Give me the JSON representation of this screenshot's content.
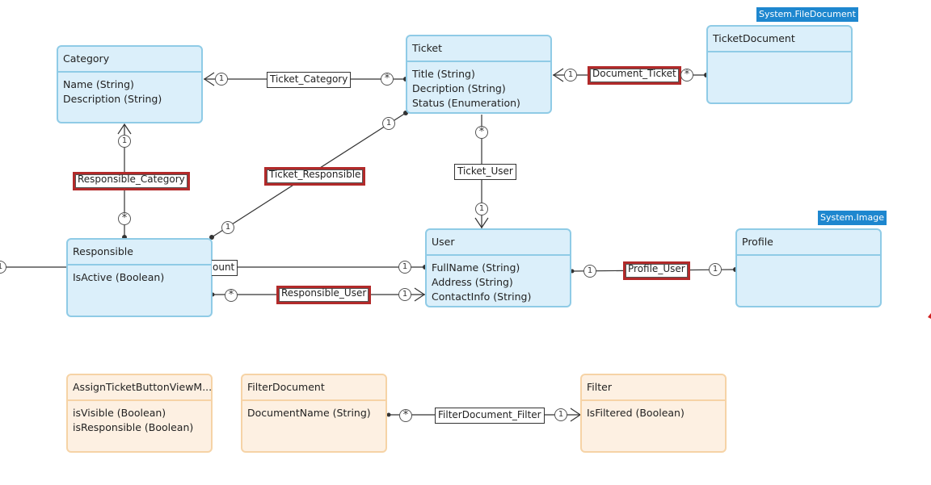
{
  "entities": {
    "category": {
      "name": "Category",
      "attrs": [
        "Name (String)",
        "Description (String)"
      ]
    },
    "ticket": {
      "name": "Ticket",
      "attrs": [
        "Title (String)",
        "Decription (String)",
        "Status (Enumeration)"
      ]
    },
    "ticketdocument": {
      "name": "TicketDocument",
      "generalization": "System.FileDocument",
      "attrs": []
    },
    "responsible": {
      "name": "Responsible",
      "attrs": [
        "IsActive (Boolean)"
      ]
    },
    "user": {
      "name": "User",
      "attrs": [
        "FullName (String)",
        "Address (String)",
        "ContactInfo (String)"
      ]
    },
    "profile": {
      "name": "Profile",
      "generalization": "System.Image",
      "attrs": []
    },
    "assignticket": {
      "name": "AssignTicketButtonViewM...",
      "attrs": [
        "isVisible (Boolean)",
        "isResponsible (Boolean)"
      ]
    },
    "filterdocument": {
      "name": "FilterDocument",
      "attrs": [
        "DocumentName (String)"
      ]
    },
    "filter": {
      "name": "Filter",
      "attrs": [
        "IsFiltered (Boolean)"
      ]
    }
  },
  "associations": {
    "ticket_category": "Ticket_Category",
    "document_ticket": "Document_Ticket",
    "responsible_category": "Responsible_Category",
    "ticket_responsible": "Ticket_Responsible",
    "ticket_user": "Ticket_User",
    "account_partial": "ount",
    "responsible_user": "Responsible_User",
    "profile_user": "Profile_User",
    "filterdocument_filter": "FilterDocument_Filter"
  },
  "multiplicity": {
    "one": "1",
    "many": "*"
  },
  "colors": {
    "persistent_border": "#8fcbe6",
    "persistent_fill": "#dbeffa",
    "nonpersistent_border": "#f6d3a6",
    "nonpersistent_fill": "#fdf0e2",
    "generalization_badge": "#1e87cf",
    "selected_association": "#b22a2a"
  }
}
